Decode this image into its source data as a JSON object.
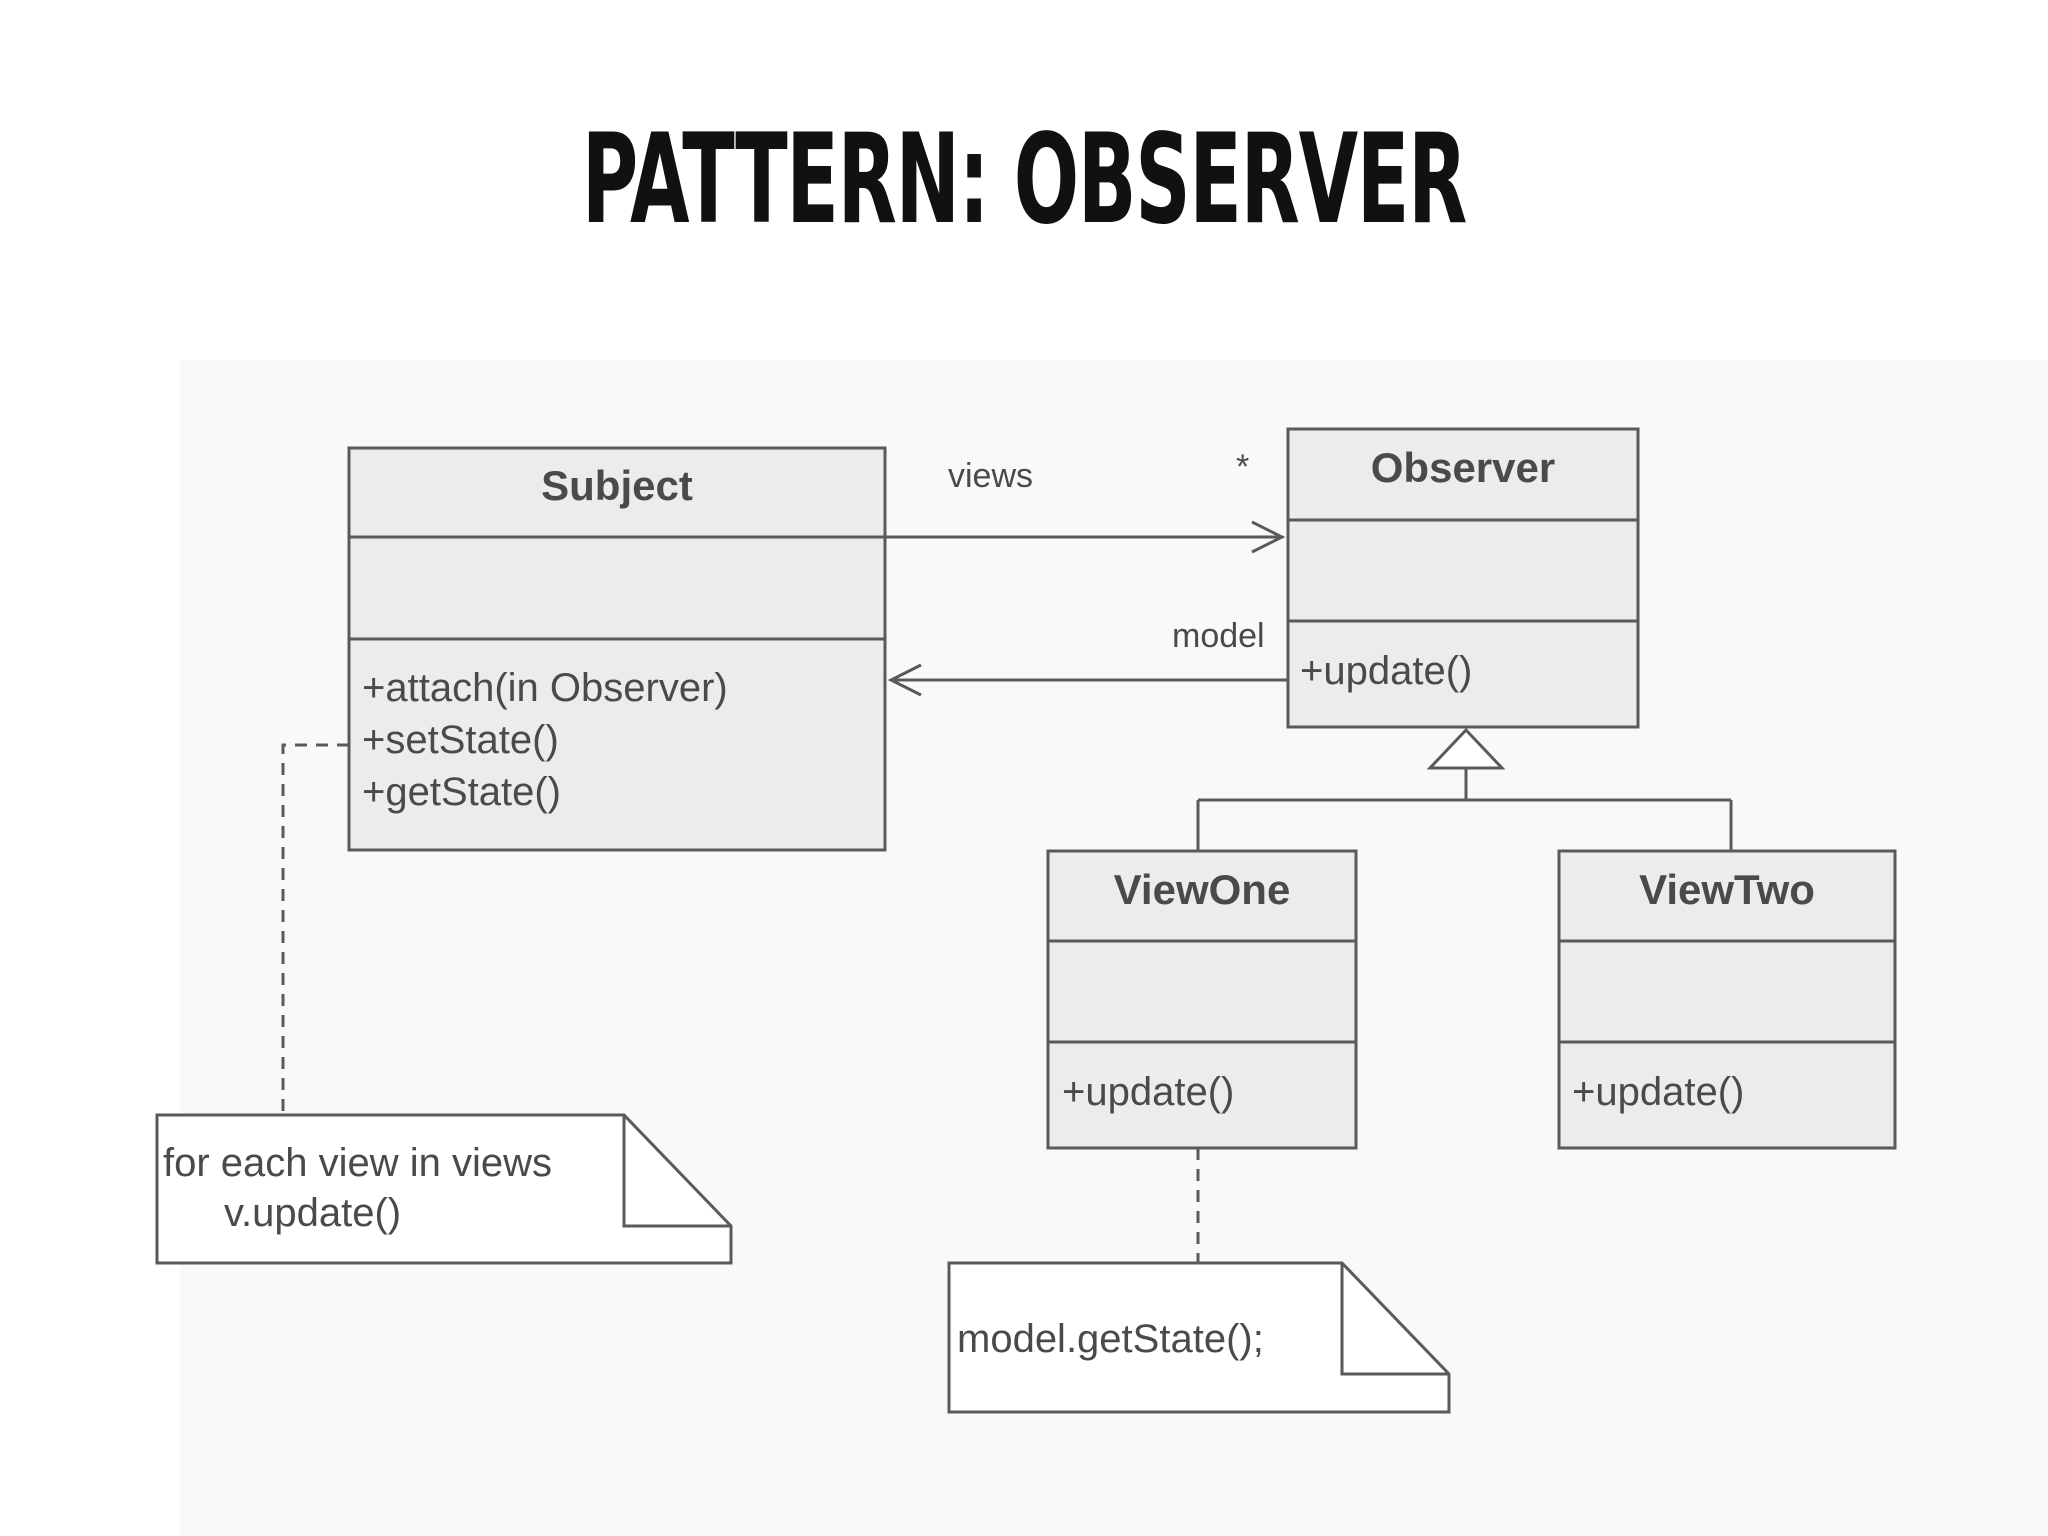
{
  "title": "PATTERN: OBSERVER",
  "classes": {
    "subject": {
      "name": "Subject",
      "methods": [
        "+attach(in Observer)",
        "+setState()",
        "+getState()"
      ]
    },
    "observer": {
      "name": "Observer",
      "methods": [
        "+update()"
      ]
    },
    "view_one": {
      "name": "ViewOne",
      "methods": [
        "+update()"
      ]
    },
    "view_two": {
      "name": "ViewTwo",
      "methods": [
        "+update()"
      ]
    }
  },
  "associations": {
    "views_label": "views",
    "views_multiplicity": "*",
    "model_label": "model"
  },
  "notes": {
    "subject_note": [
      "for each view in views",
      "v.update()"
    ],
    "viewone_note": [
      "model.getState();"
    ]
  },
  "colors": {
    "box_fill": "#ececec",
    "stroke": "#5a5a5a",
    "text": "#4a4a4a"
  }
}
